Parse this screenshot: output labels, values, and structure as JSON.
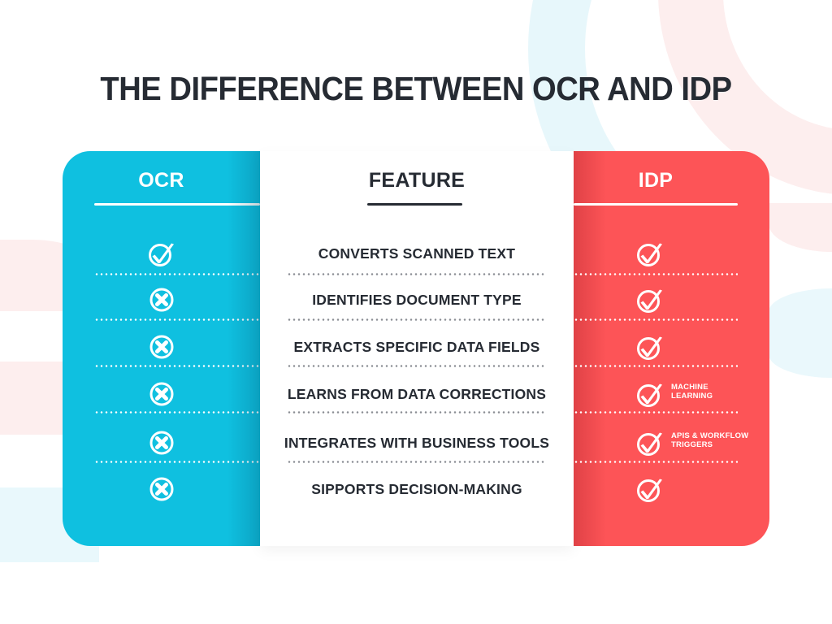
{
  "title": "THE DIFFERENCE BETWEEN OCR AND IDP",
  "colors": {
    "ocr": "#0fc0e0",
    "idp": "#fd5457",
    "text_dark": "#262b33",
    "background": "#ffffff"
  },
  "columns": {
    "ocr": {
      "label": "OCR"
    },
    "feature": {
      "label": "FEATURE"
    },
    "idp": {
      "label": "IDP"
    }
  },
  "rows": [
    {
      "feature": "CONVERTS SCANNED TEXT",
      "ocr": "check-circle-icon",
      "idp": "check-circle-icon",
      "idp_note": ""
    },
    {
      "feature": "IDENTIFIES DOCUMENT TYPE",
      "ocr": "x-circle-icon",
      "idp": "check-circle-icon",
      "idp_note": ""
    },
    {
      "feature": "EXTRACTS SPECIFIC DATA FIELDS",
      "ocr": "x-circle-icon",
      "idp": "check-circle-icon",
      "idp_note": ""
    },
    {
      "feature": "LEARNS FROM DATA CORRECTIONS",
      "ocr": "x-circle-icon",
      "idp": "check-circle-icon",
      "idp_note": "MACHINE\nLEARNING"
    },
    {
      "feature": "INTEGRATES WITH BUSINESS TOOLS",
      "ocr": "x-circle-icon",
      "idp": "check-circle-icon",
      "idp_note": "APIS & WORKFLOW\nTRIGGERS"
    },
    {
      "feature": "SIPPORTS DECISION-MAKING",
      "ocr": "x-circle-icon",
      "idp": "check-circle-icon",
      "idp_note": ""
    }
  ],
  "idp_notes": {
    "row4_line1": "MACHINE",
    "row4_line2": "LEARNING",
    "row5_line1": "APIS & WORKFLOW",
    "row5_line2": "TRIGGERS"
  }
}
